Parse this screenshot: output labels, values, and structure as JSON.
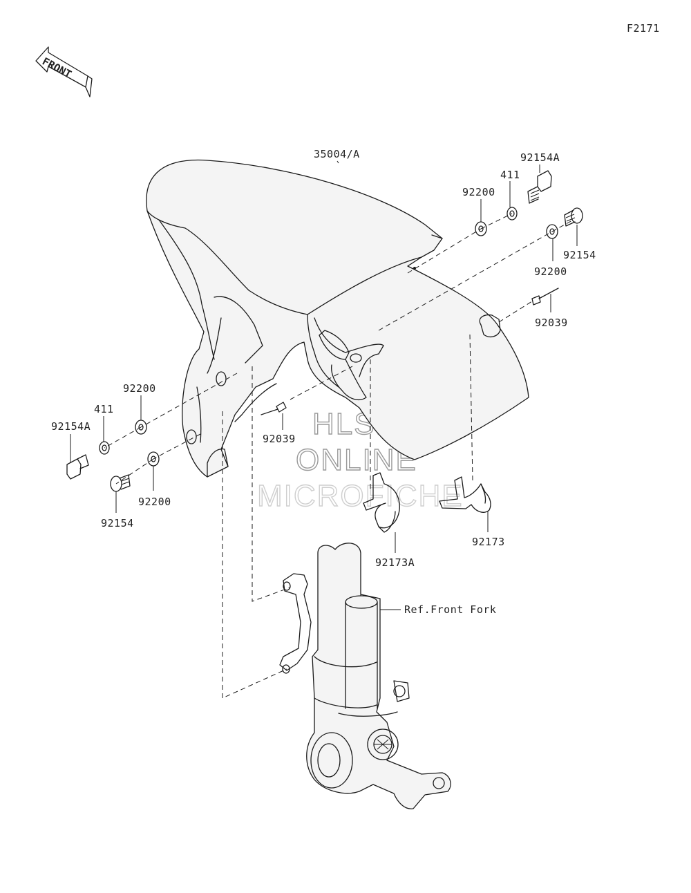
{
  "diagram_code": "F2171",
  "front_arrow_label": "FRONT",
  "watermark": {
    "line1": "HLSM",
    "line2": "ONLINE",
    "line3": "MICROFICHE"
  },
  "labels": {
    "fender": "35004/A",
    "stud_right": "92154A",
    "washer411_right": "411",
    "washer92200_right_top": "92200",
    "bolt_right": "92154",
    "washer92200_right_bottom": "92200",
    "rivet_right": "92039",
    "washer92200_left_top": "92200",
    "washer411_left": "411",
    "stud_left": "92154A",
    "washer92200_left_bottom": "92200",
    "bolt_left": "92154",
    "rivet_center": "92039",
    "clamp_right": "92173",
    "clamp_center": "92173A",
    "ref_fork": "Ref.Front Fork"
  }
}
